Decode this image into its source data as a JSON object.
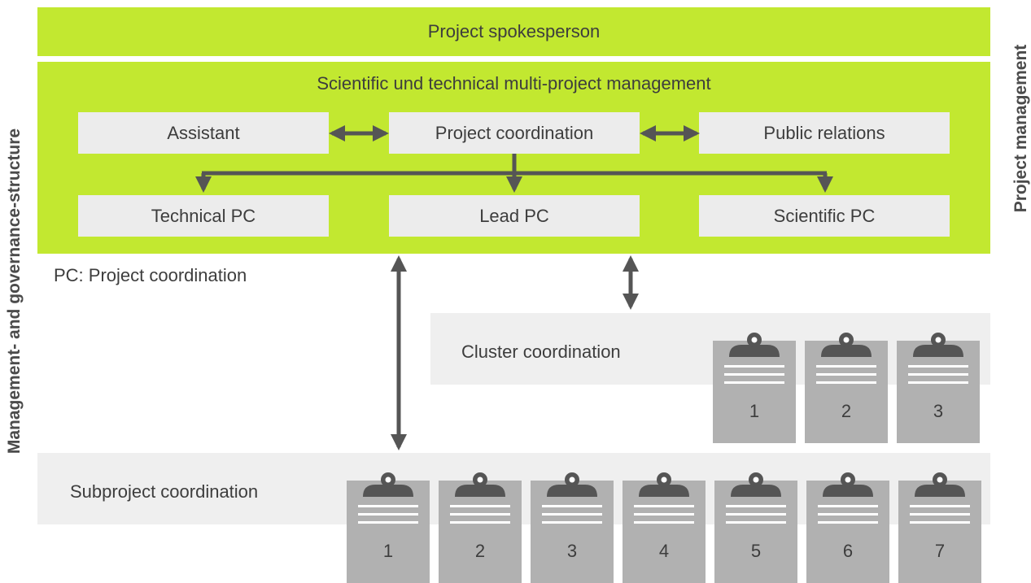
{
  "top_bar": {
    "label": "Project spokesperson"
  },
  "management": {
    "title": "Scientific und technical multi-project management",
    "row1": [
      "Assistant",
      "Project coordination",
      "Public relations"
    ],
    "row2": [
      "Technical PC",
      "Lead PC",
      "Scientific PC"
    ]
  },
  "legend": "PC: Project coordination",
  "cluster": {
    "label": "Cluster coordination",
    "boards": [
      "1",
      "2",
      "3"
    ]
  },
  "subproject": {
    "label": "Subproject coordination",
    "boards": [
      "1",
      "2",
      "3",
      "4",
      "5",
      "6",
      "7"
    ]
  },
  "side_labels": {
    "left": "Management- and governance-structure",
    "right": "Project management"
  },
  "colors": {
    "accent_green": "#c2e830",
    "box_grey": "#ececec",
    "arrow_grey": "#555555",
    "clipboard_grey": "#b1b1b1"
  }
}
